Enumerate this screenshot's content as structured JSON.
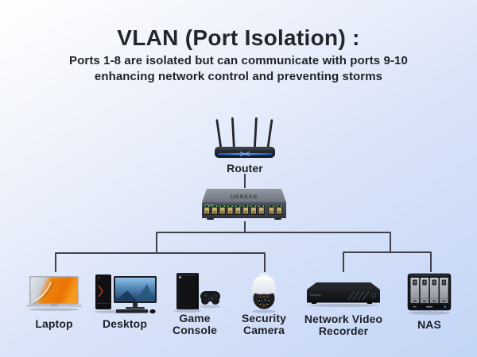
{
  "header": {
    "title": "VLAN (Port Isolation) :",
    "subtitle_line1": "Ports 1-8 are isolated but can communicate with ports 9-10",
    "subtitle_line2": "enhancing network control and preventing storms"
  },
  "network": {
    "router": {
      "label": "Router"
    },
    "switch": {
      "brand": "UGREEN",
      "port_count": 10
    },
    "devices": [
      {
        "label": "Laptop"
      },
      {
        "label": "Desktop"
      },
      {
        "label": "Game\nConsole"
      },
      {
        "label": "Security\nCamera"
      },
      {
        "label": "Network Video\nRecorder"
      },
      {
        "label": "NAS"
      }
    ]
  },
  "colors": {
    "background_top": "#ffffff",
    "background_bottom": "#c3d5f6",
    "text": "#20242a",
    "connector_line": "#3e434b",
    "router_accent_blue": "#2f6fe0",
    "switch_port_tan": "#c9b273",
    "led_green": "#3fd463",
    "laptop_wallpaper_orange": "#f0830f",
    "desktop_accent_red": "#d03a26",
    "nas_led_blue": "#3f86f2"
  }
}
